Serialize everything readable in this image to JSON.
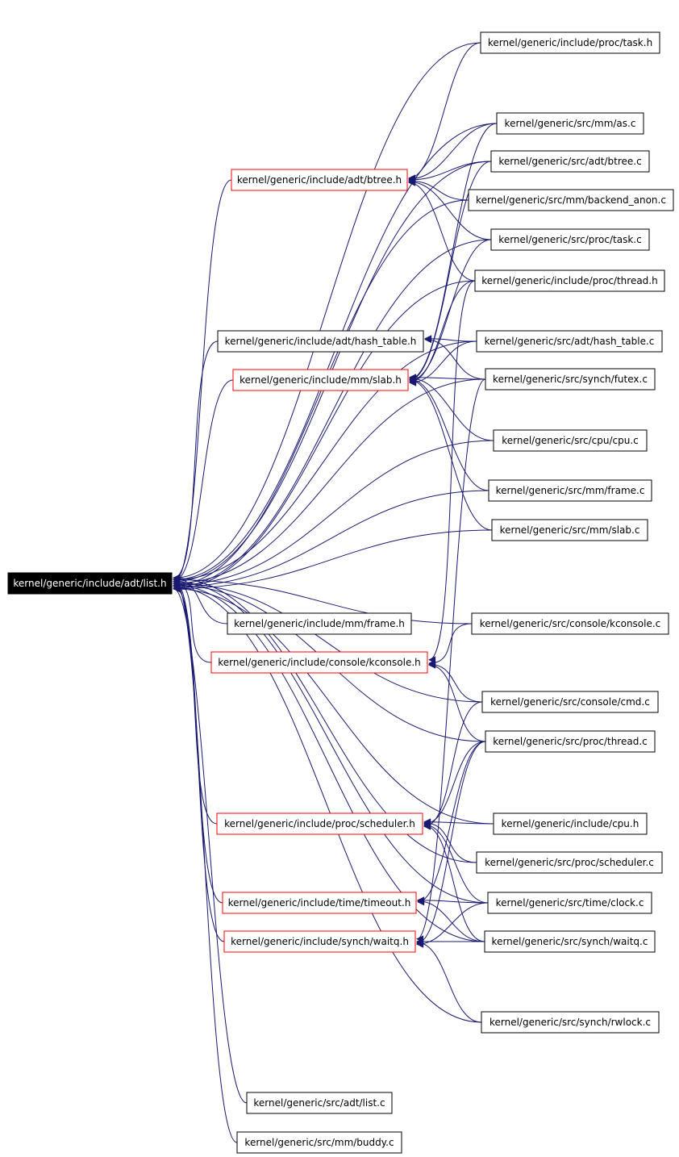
{
  "graph": {
    "root": "kernel/generic/include/adt/list.h",
    "colors": {
      "edge": "#191970",
      "root_fill": "#000000",
      "root_text": "#ffffff",
      "truncated_border": "#ff0000",
      "normal_border": "#000000",
      "node_fill": "#ffffff",
      "node_text": "#000000"
    },
    "nodes": [
      {
        "id": "list_h",
        "label": "kernel/generic/include/adt/list.h",
        "kind": "root"
      },
      {
        "id": "task_h",
        "label": "kernel/generic/include/proc/task.h",
        "kind": "normal"
      },
      {
        "id": "as_c",
        "label": "kernel/generic/src/mm/as.c",
        "kind": "normal"
      },
      {
        "id": "btree_c",
        "label": "kernel/generic/src/adt/btree.c",
        "kind": "normal"
      },
      {
        "id": "btree_h",
        "label": "kernel/generic/include/adt/btree.h",
        "kind": "truncated"
      },
      {
        "id": "backend_anon_c",
        "label": "kernel/generic/src/mm/backend_anon.c",
        "kind": "normal"
      },
      {
        "id": "task_c",
        "label": "kernel/generic/src/proc/task.c",
        "kind": "normal"
      },
      {
        "id": "thread_h",
        "label": "kernel/generic/include/proc/thread.h",
        "kind": "normal"
      },
      {
        "id": "hash_table_h",
        "label": "kernel/generic/include/adt/hash_table.h",
        "kind": "normal"
      },
      {
        "id": "hash_table_c",
        "label": "kernel/generic/src/adt/hash_table.c",
        "kind": "normal"
      },
      {
        "id": "slab_h",
        "label": "kernel/generic/include/mm/slab.h",
        "kind": "truncated"
      },
      {
        "id": "futex_c",
        "label": "kernel/generic/src/synch/futex.c",
        "kind": "normal"
      },
      {
        "id": "cpu_c",
        "label": "kernel/generic/src/cpu/cpu.c",
        "kind": "normal"
      },
      {
        "id": "frame_c",
        "label": "kernel/generic/src/mm/frame.c",
        "kind": "normal"
      },
      {
        "id": "slab_c",
        "label": "kernel/generic/src/mm/slab.c",
        "kind": "normal"
      },
      {
        "id": "frame_h",
        "label": "kernel/generic/include/mm/frame.h",
        "kind": "normal"
      },
      {
        "id": "kconsole_c",
        "label": "kernel/generic/src/console/kconsole.c",
        "kind": "normal"
      },
      {
        "id": "kconsole_h",
        "label": "kernel/generic/include/console/kconsole.h",
        "kind": "truncated"
      },
      {
        "id": "cmd_c",
        "label": "kernel/generic/src/console/cmd.c",
        "kind": "normal"
      },
      {
        "id": "thread_c",
        "label": "kernel/generic/src/proc/thread.c",
        "kind": "normal"
      },
      {
        "id": "scheduler_h",
        "label": "kernel/generic/include/proc/scheduler.h",
        "kind": "truncated"
      },
      {
        "id": "cpu_h",
        "label": "kernel/generic/include/cpu.h",
        "kind": "normal"
      },
      {
        "id": "scheduler_c",
        "label": "kernel/generic/src/proc/scheduler.c",
        "kind": "normal"
      },
      {
        "id": "timeout_h",
        "label": "kernel/generic/include/time/timeout.h",
        "kind": "truncated"
      },
      {
        "id": "clock_c",
        "label": "kernel/generic/src/time/clock.c",
        "kind": "normal"
      },
      {
        "id": "waitq_h",
        "label": "kernel/generic/include/synch/waitq.h",
        "kind": "truncated"
      },
      {
        "id": "waitq_c",
        "label": "kernel/generic/src/synch/waitq.c",
        "kind": "normal"
      },
      {
        "id": "rwlock_c",
        "label": "kernel/generic/src/synch/rwlock.c",
        "kind": "normal"
      },
      {
        "id": "list_c",
        "label": "kernel/generic/src/adt/list.c",
        "kind": "normal"
      },
      {
        "id": "buddy_c",
        "label": "kernel/generic/src/mm/buddy.c",
        "kind": "normal"
      }
    ],
    "edges": [
      [
        "task_h",
        "list_h"
      ],
      [
        "as_c",
        "list_h"
      ],
      [
        "btree_c",
        "list_h"
      ],
      [
        "btree_h",
        "list_h"
      ],
      [
        "backend_anon_c",
        "list_h"
      ],
      [
        "task_c",
        "list_h"
      ],
      [
        "thread_h",
        "list_h"
      ],
      [
        "hash_table_h",
        "list_h"
      ],
      [
        "hash_table_c",
        "list_h"
      ],
      [
        "slab_h",
        "list_h"
      ],
      [
        "futex_c",
        "list_h"
      ],
      [
        "cpu_c",
        "list_h"
      ],
      [
        "frame_c",
        "list_h"
      ],
      [
        "slab_c",
        "list_h"
      ],
      [
        "frame_h",
        "list_h"
      ],
      [
        "kconsole_c",
        "list_h"
      ],
      [
        "kconsole_h",
        "list_h"
      ],
      [
        "cmd_c",
        "list_h"
      ],
      [
        "thread_c",
        "list_h"
      ],
      [
        "scheduler_h",
        "list_h"
      ],
      [
        "cpu_h",
        "list_h"
      ],
      [
        "scheduler_c",
        "list_h"
      ],
      [
        "timeout_h",
        "list_h"
      ],
      [
        "clock_c",
        "list_h"
      ],
      [
        "waitq_h",
        "list_h"
      ],
      [
        "waitq_c",
        "list_h"
      ],
      [
        "rwlock_c",
        "list_h"
      ],
      [
        "list_c",
        "list_h"
      ],
      [
        "buddy_c",
        "list_h"
      ],
      [
        "task_h",
        "btree_h"
      ],
      [
        "as_c",
        "btree_h"
      ],
      [
        "btree_c",
        "btree_h"
      ],
      [
        "backend_anon_c",
        "btree_h"
      ],
      [
        "task_c",
        "btree_h"
      ],
      [
        "thread_h",
        "btree_h"
      ],
      [
        "hash_table_c",
        "hash_table_h"
      ],
      [
        "futex_c",
        "hash_table_h"
      ],
      [
        "as_c",
        "slab_h"
      ],
      [
        "btree_c",
        "slab_h"
      ],
      [
        "task_c",
        "slab_h"
      ],
      [
        "thread_h",
        "slab_h"
      ],
      [
        "hash_table_c",
        "slab_h"
      ],
      [
        "futex_c",
        "slab_h"
      ],
      [
        "cpu_c",
        "slab_h"
      ],
      [
        "frame_c",
        "slab_h"
      ],
      [
        "slab_c",
        "slab_h"
      ],
      [
        "kconsole_c",
        "kconsole_h"
      ],
      [
        "cmd_c",
        "kconsole_h"
      ],
      [
        "thread_c",
        "kconsole_h"
      ],
      [
        "thread_h",
        "kconsole_h"
      ],
      [
        "cpu_h",
        "scheduler_h"
      ],
      [
        "scheduler_c",
        "scheduler_h"
      ],
      [
        "thread_c",
        "scheduler_h"
      ],
      [
        "clock_c",
        "scheduler_h"
      ],
      [
        "waitq_c",
        "scheduler_h"
      ],
      [
        "cmd_c",
        "scheduler_h"
      ],
      [
        "clock_c",
        "timeout_h"
      ],
      [
        "waitq_c",
        "timeout_h"
      ],
      [
        "thread_c",
        "timeout_h"
      ],
      [
        "waitq_c",
        "waitq_h"
      ],
      [
        "rwlock_c",
        "waitq_h"
      ],
      [
        "thread_c",
        "waitq_h"
      ],
      [
        "clock_c",
        "waitq_h"
      ],
      [
        "futex_c",
        "waitq_h"
      ]
    ]
  }
}
